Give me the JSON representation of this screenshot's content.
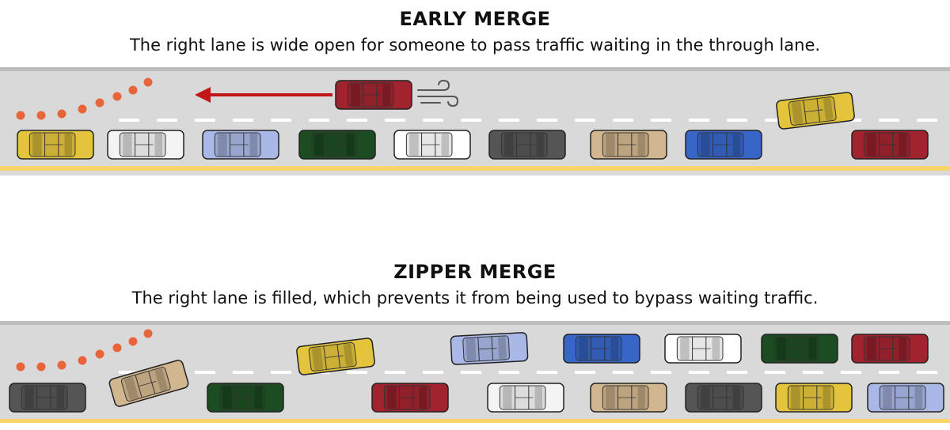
{
  "early": {
    "title": "EARLY MERGE",
    "subtitle": "The right lane is wide open for someone to pass traffic waiting in the through lane.",
    "lane_cars_left": [
      {
        "color": "#e3c43c"
      },
      {
        "color": "#f4f4f4"
      },
      {
        "color": "#a9b8e6"
      },
      {
        "color": "#1c4d22"
      },
      {
        "color": "#ffffff"
      },
      {
        "color": "#555555"
      },
      {
        "color": "#d2b68f"
      },
      {
        "color": "#3766c8"
      }
    ],
    "lane_car_right": {
      "color": "#a0232e"
    },
    "merging_car": {
      "color": "#e3c43c"
    },
    "passing_car": {
      "color": "#a0232e"
    }
  },
  "zipper": {
    "title": "ZIPPER MERGE",
    "subtitle": "The right lane is filled, which prevents it from being used to bypass waiting traffic.",
    "top_lane_cars": [
      {
        "color": "#a9b8e6"
      },
      {
        "color": "#3766c8"
      },
      {
        "color": "#ffffff"
      },
      {
        "color": "#1c4d22"
      },
      {
        "color": "#a0232e"
      }
    ],
    "merging_car": {
      "color": "#e3c43c"
    },
    "bottom_lane_cars": [
      {
        "color": "#555555"
      },
      {
        "color": "#1c4d22"
      },
      {
        "color": "#a0232e"
      },
      {
        "color": "#f4f4f4"
      },
      {
        "color": "#d2b68f"
      },
      {
        "color": "#555555"
      },
      {
        "color": "#e3c43c"
      },
      {
        "color": "#a9b8e6"
      }
    ],
    "tan_merging_car": {
      "color": "#d2b68f"
    }
  },
  "colors": {
    "road": "#d9d9d9",
    "edge_line_gray": "#bdbdbd",
    "center_dash": "#ffffff",
    "yellow_edge": "#f6d66a",
    "taper_dots": "#e8643a",
    "arrow": "#c01818"
  }
}
